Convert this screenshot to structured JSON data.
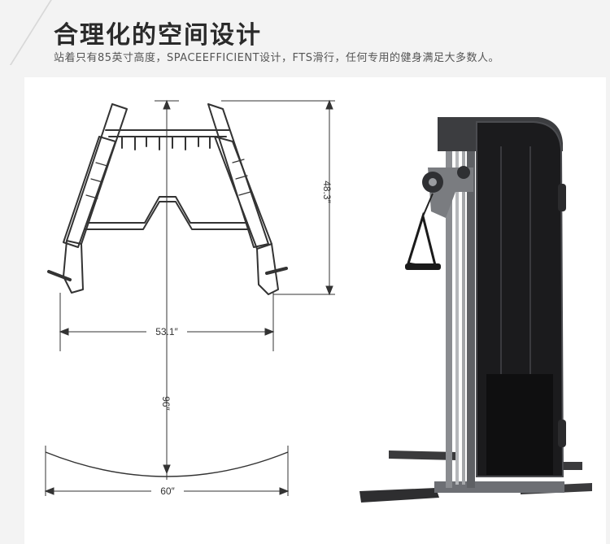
{
  "header": {
    "title": "合理化的空间设计",
    "subtitle": "站着只有85英寸高度，SPACEEFFICIENT设计，FTS滑行，任何专用的健身满足大多数人。"
  },
  "diagram": {
    "dim_height": "48.3″",
    "dim_width": "53.1″",
    "dim_depth": "96″",
    "dim_arc": "60″"
  },
  "colors": {
    "background": "#f3f3f3",
    "panel": "#ffffff",
    "title": "#2a2a2a",
    "line": "#333333",
    "machine_frame": "#2c2c2e",
    "machine_glass": "#1a1a1c"
  }
}
